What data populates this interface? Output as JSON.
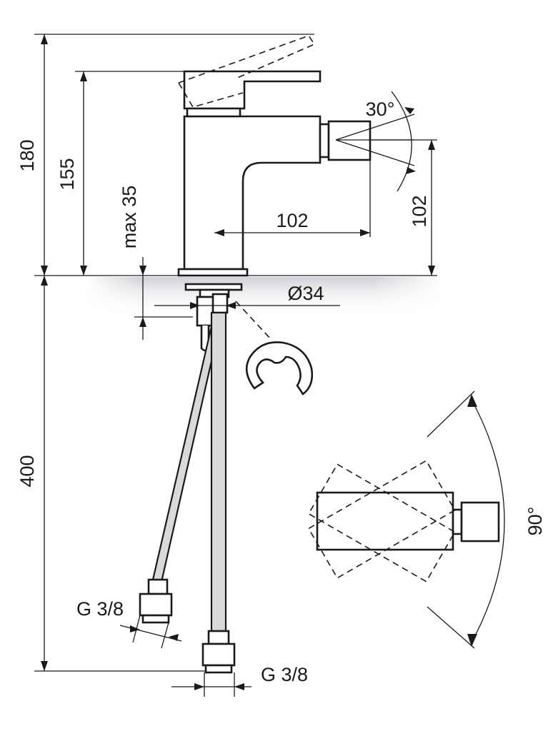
{
  "dimensions": {
    "total_height": "180",
    "handle_height": "155",
    "max_counter": "max 35",
    "spout_reach": "102",
    "spout_height": "102",
    "hole_diameter": "Ø34",
    "hose_length": "400",
    "thread_left": "G 3/8",
    "thread_bottom": "G 3/8",
    "nozzle_angle": "30°",
    "swivel_angle": "90°"
  },
  "colors": {
    "line": "#1a1a1a",
    "hose_fill": "#d9d9d9",
    "counter_shade": "#c9ccd1"
  }
}
